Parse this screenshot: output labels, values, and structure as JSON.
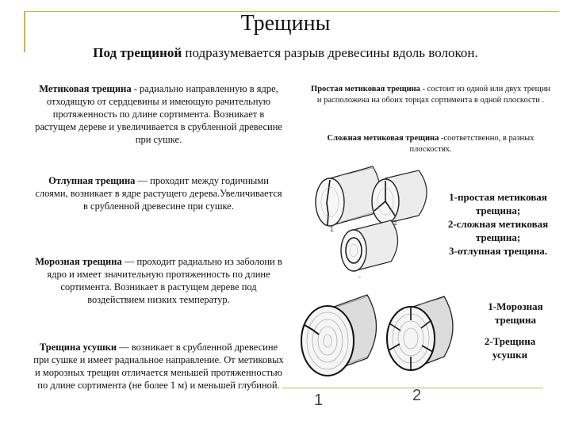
{
  "title": "Трещины",
  "subtitle": {
    "term": "Под трещиной",
    "rest": " подразумевается разрыв древесины вдоль волокон."
  },
  "left_paragraphs": [
    {
      "term": "Метиковая трещина",
      "text": " - радиально направленную в ядре, отходящую от сердцевины и имеющую рачительную протяженность по длине сортимента. Возникает в растущем дереве и увеличивается в срубленной древесине при сушке."
    },
    {
      "term": "Отлупная трещина",
      "text": " — проходит между годичными слоями, возникает в ядре растущего дерева.Увеличивается в срубленной древесине при сушке."
    },
    {
      "term": "Морозная трещина",
      "text": " — проходит радиально из заболони в ядро и имеет значительную протяженность по длине сортимента. Возникает в растущем дереве под воздействием низких температур."
    },
    {
      "term": "Трещина усушки",
      "text": " — возникает в срубленной древесине при сушке и имеет радиальное направление. От метиковых и морозных трещин отличается меньшей протяженностью по длине сортимента (не более 1 м) и меньшей глубиной."
    }
  ],
  "right_paragraphs": [
    {
      "term": "Простая метиковая трещина",
      "text": " - состоит из одной или двух трещин и расположена на обоих торцах сортимента в одной плоскости ."
    },
    {
      "term": "Сложная метиковая трещина",
      "text": " -соответственно, в разных плоскостях."
    }
  ],
  "caption_top": [
    "1-простая метиковая",
    "трещина;",
    "2-сложная метиковая",
    "трещина;",
    "3-отлупная трещина."
  ],
  "caption_mid": [
    "1-Морозная",
    "трещина"
  ],
  "caption_bot": [
    "2-Трещина",
    "усушки"
  ],
  "figure_top_labels": [
    "1",
    "2",
    "-"
  ],
  "figure_bottom_labels": [
    "1",
    "2"
  ]
}
